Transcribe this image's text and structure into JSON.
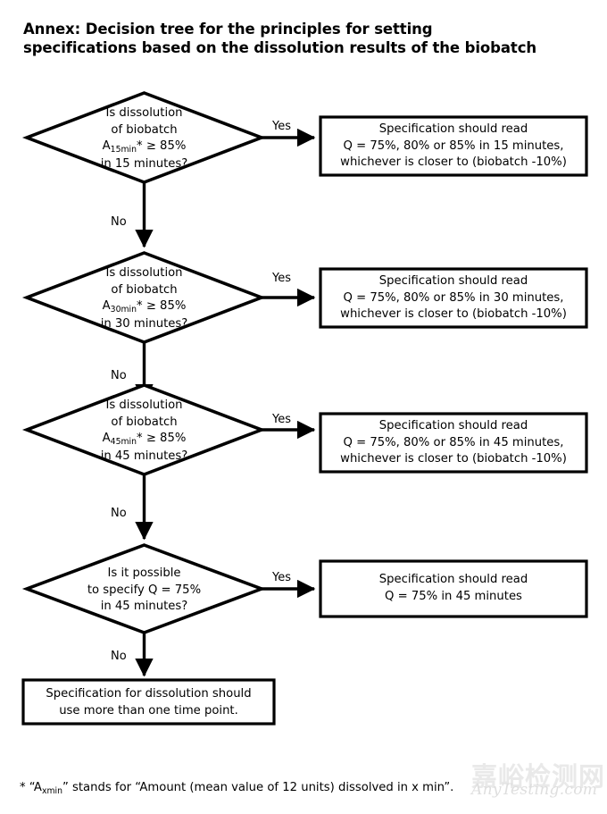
{
  "document": {
    "title_lines": [
      "Annex: Decision tree for the principles for setting",
      "specifications based on the dissolution results of the biobatch"
    ],
    "footnote_parts": {
      "before": "* “A",
      "subscript": "xmin",
      "after": "” stands for “Amount (mean value of 12 units) dissolved in x min”."
    }
  },
  "watermark": {
    "cjk": "嘉峪检测网",
    "latin": "AnyTesting.com"
  },
  "colors": {
    "stroke": "#000000",
    "background": "#ffffff",
    "text": "#000000",
    "watermark": "#e9e9e9"
  },
  "edge_labels": {
    "yes": "Yes",
    "no": "No"
  },
  "chart_data": {
    "type": "diagram",
    "subtype": "decision-tree-flowchart",
    "title": "Annex: Decision tree for the principles for setting specifications based on the dissolution results of the biobatch",
    "nodes": [
      {
        "id": "d1",
        "shape": "diamond",
        "lines": [
          {
            "text": "Is dissolution"
          },
          {
            "text": "of biobatch"
          },
          {
            "pre": "A",
            "sub": "15min",
            "post": "* ≥ 85%"
          },
          {
            "text": "in 15 minutes?"
          }
        ]
      },
      {
        "id": "r1",
        "shape": "rectangle",
        "lines": [
          {
            "text": "Specification should read"
          },
          {
            "text": "Q = 75%, 80% or 85% in 15 minutes,"
          },
          {
            "text": "whichever is closer to (biobatch -10%)"
          }
        ]
      },
      {
        "id": "d2",
        "shape": "diamond",
        "lines": [
          {
            "text": "Is dissolution"
          },
          {
            "text": "of biobatch"
          },
          {
            "pre": "A",
            "sub": "30min",
            "post": "* ≥ 85%"
          },
          {
            "text": "in 30 minutes?"
          }
        ]
      },
      {
        "id": "r2",
        "shape": "rectangle",
        "lines": [
          {
            "text": "Specification should read"
          },
          {
            "text": "Q = 75%, 80% or 85% in 30 minutes,"
          },
          {
            "text": "whichever is closer to (biobatch -10%)"
          }
        ]
      },
      {
        "id": "d3",
        "shape": "diamond",
        "lines": [
          {
            "text": "Is dissolution"
          },
          {
            "text": "of biobatch"
          },
          {
            "pre": "A",
            "sub": "45min",
            "post": "* ≥ 85%"
          },
          {
            "text": "in 45 minutes?"
          }
        ]
      },
      {
        "id": "r3",
        "shape": "rectangle",
        "lines": [
          {
            "text": "Specification should read"
          },
          {
            "text": "Q = 75%, 80% or 85% in 45 minutes,"
          },
          {
            "text": "whichever is closer to (biobatch -10%)"
          }
        ]
      },
      {
        "id": "d4",
        "shape": "diamond",
        "lines": [
          {
            "text": "Is it possible"
          },
          {
            "text": "to specify Q = 75%"
          },
          {
            "text": "in 45 minutes?"
          }
        ]
      },
      {
        "id": "r4",
        "shape": "rectangle",
        "lines": [
          {
            "text": "Specification should read"
          },
          {
            "text": "Q = 75% in 45 minutes"
          }
        ]
      },
      {
        "id": "t1",
        "shape": "rectangle",
        "lines": [
          {
            "text": "Specification for dissolution should"
          },
          {
            "text": "use more than one time point."
          }
        ]
      }
    ],
    "edges": [
      {
        "from": "d1",
        "to": "r1",
        "label": "Yes",
        "direction": "right"
      },
      {
        "from": "d1",
        "to": "d2",
        "label": "No",
        "direction": "down"
      },
      {
        "from": "d2",
        "to": "r2",
        "label": "Yes",
        "direction": "right"
      },
      {
        "from": "d2",
        "to": "d3",
        "label": "No",
        "direction": "down"
      },
      {
        "from": "d3",
        "to": "r3",
        "label": "Yes",
        "direction": "right"
      },
      {
        "from": "d3",
        "to": "d4",
        "label": "No",
        "direction": "down"
      },
      {
        "from": "d4",
        "to": "r4",
        "label": "Yes",
        "direction": "right"
      },
      {
        "from": "d4",
        "to": "t1",
        "label": "No",
        "direction": "down"
      }
    ]
  }
}
